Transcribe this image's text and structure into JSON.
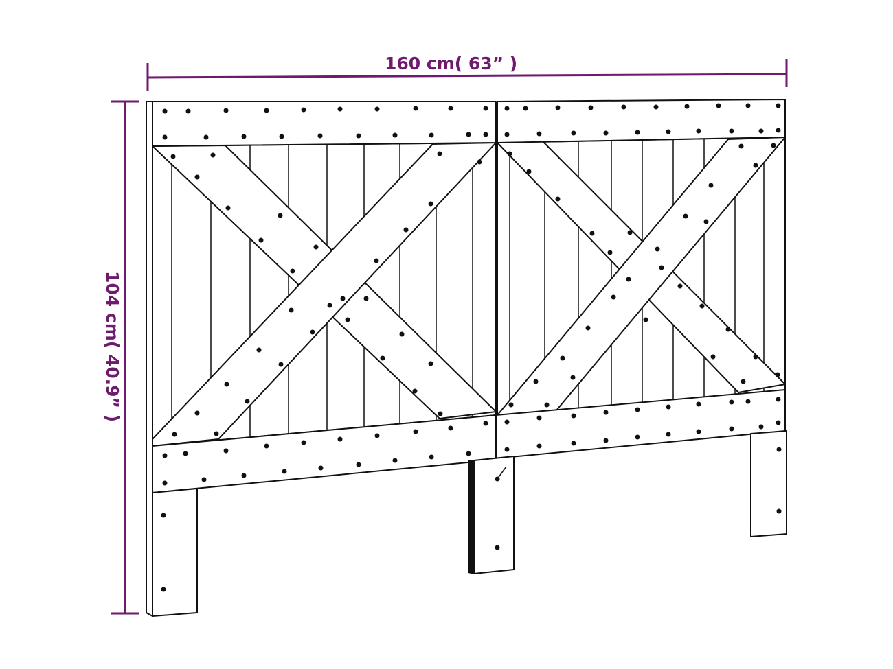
{
  "diagram": {
    "subject": "headboard",
    "accent_color": "#6e1a6e",
    "line_color": "#111111",
    "dimensions": {
      "width": {
        "label": "160 cm( 63”  )",
        "value_cm": 160,
        "value_in": 63
      },
      "height": {
        "label": "104 cm( 40.9” )",
        "value_cm": 104,
        "value_in": 40.9
      }
    }
  }
}
